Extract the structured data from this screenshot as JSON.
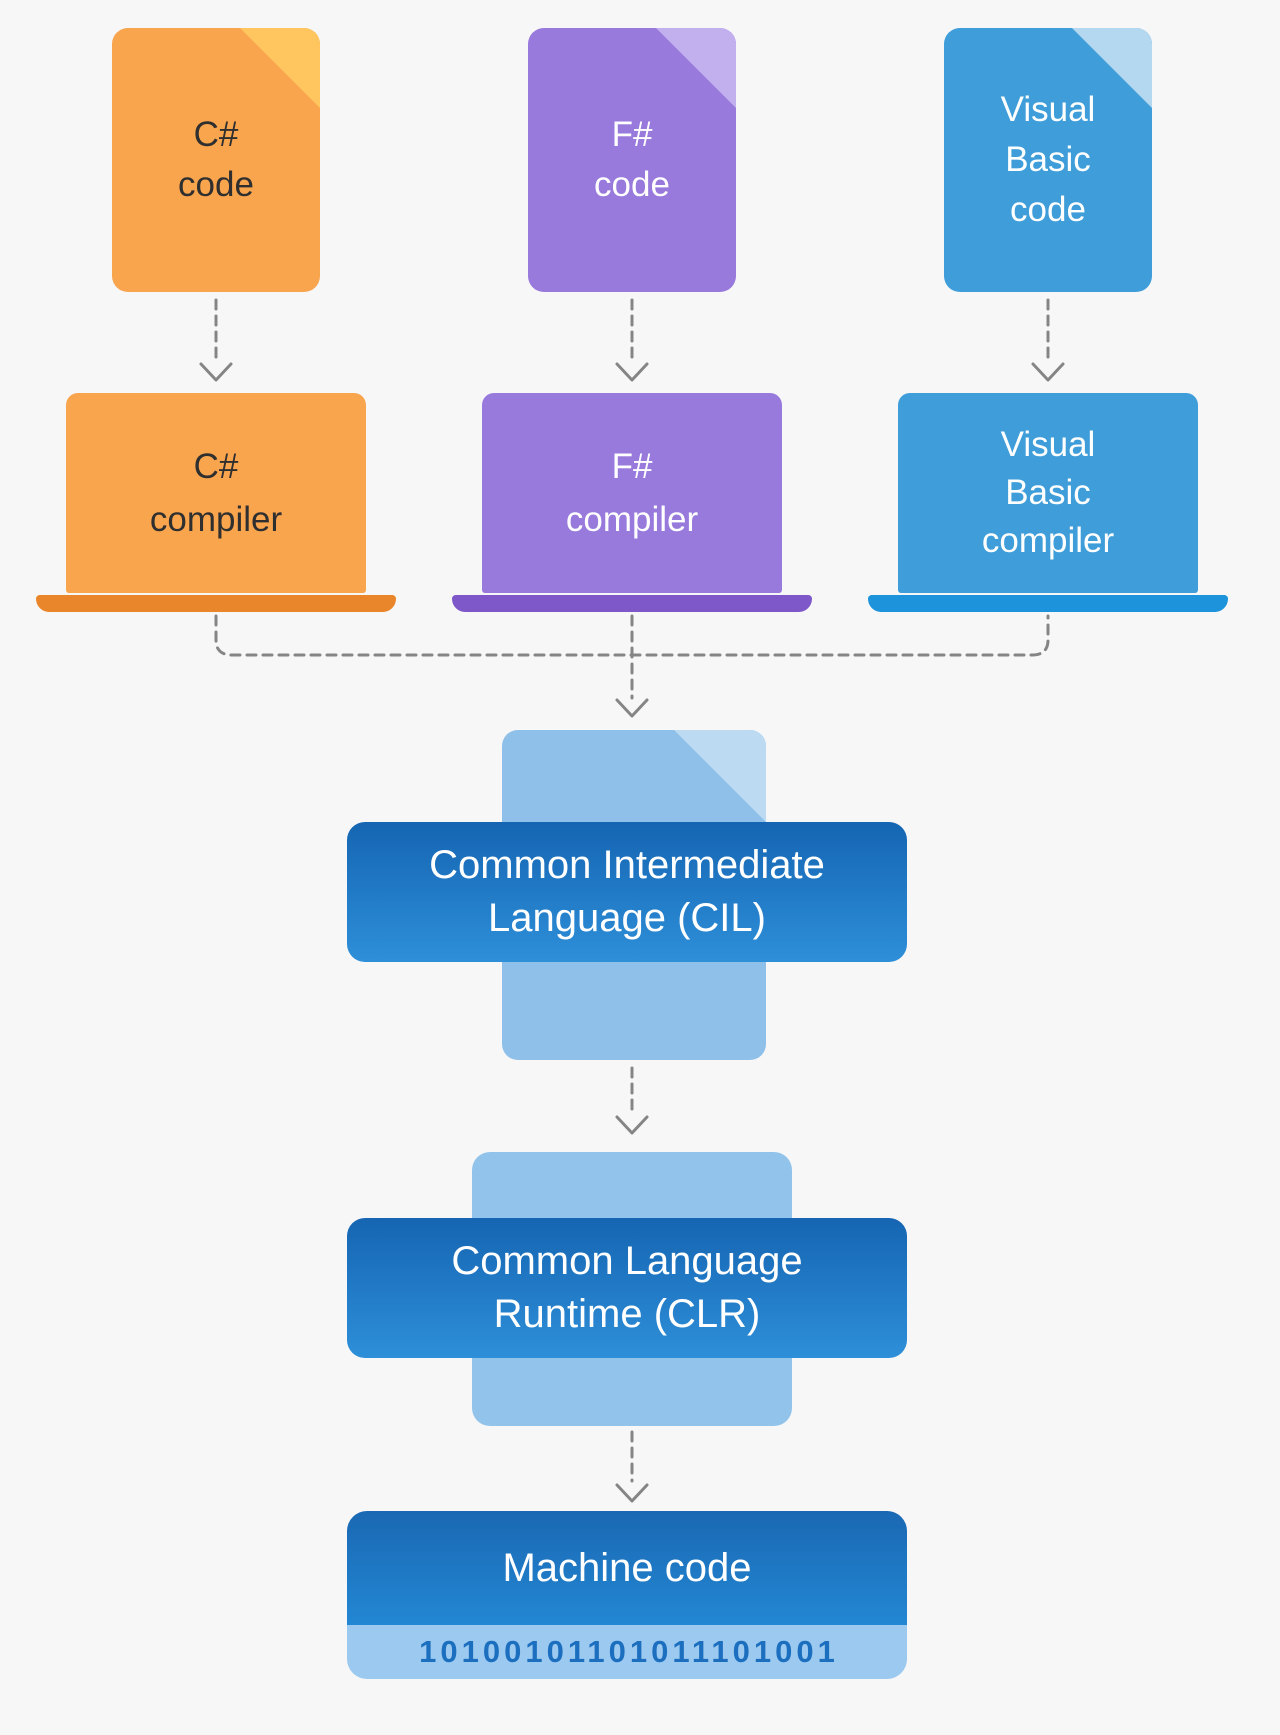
{
  "diagram": {
    "background": "#F7F7F8",
    "arrow_color": "#858585",
    "code_files": [
      {
        "name": "csharp-code",
        "lines": [
          "C#",
          "code"
        ],
        "body_color": "#F8A54E",
        "fold_color": "#FFC55F",
        "text_color": "#2F2F2F"
      },
      {
        "name": "fsharp-code",
        "lines": [
          "F#",
          "code"
        ],
        "body_color": "#9879DC",
        "fold_color": "#C2B0EE",
        "text_color": "#FFFFFF"
      },
      {
        "name": "visual-basic-code",
        "lines": [
          "Visual",
          "Basic",
          "code"
        ],
        "body_color": "#3F9ED9",
        "fold_color": "#B5D8F1",
        "text_color": "#FFFFFF"
      }
    ],
    "compilers": [
      {
        "name": "csharp-compiler",
        "lines": [
          "C#",
          "compiler"
        ],
        "screen_color": "#F8A54E",
        "base_color": "#E9862B",
        "text_color": "#2F2F2F"
      },
      {
        "name": "fsharp-compiler",
        "lines": [
          "F#",
          "compiler"
        ],
        "screen_color": "#9879DC",
        "base_color": "#7E57C9",
        "text_color": "#FFFFFF"
      },
      {
        "name": "visual-basic-compiler",
        "lines": [
          "Visual",
          "Basic",
          "compiler"
        ],
        "screen_color": "#3F9ED9",
        "base_color": "#1C93DA",
        "text_color": "#FFFFFF"
      }
    ],
    "cil": {
      "lines": [
        "Common Intermediate",
        "Language (CIL)"
      ],
      "doc_color": "#8FC0E9",
      "fold_color": "#BCDAF2",
      "banner_top_color": "#1565B2",
      "banner_bottom_color": "#2E8FD9"
    },
    "clr": {
      "lines": [
        "Common Language",
        "Runtime (CLR)"
      ],
      "block_color": "#92C3EB",
      "banner_top_color": "#1565B2",
      "banner_bottom_color": "#2E8FD9"
    },
    "machine_code": {
      "label": "Machine code",
      "binary": "10100101101011101001",
      "strip_color": "#9CC9EF",
      "binary_color": "#1C6FBF"
    },
    "edges": [
      {
        "from": "csharp-code",
        "to": "csharp-compiler"
      },
      {
        "from": "fsharp-code",
        "to": "fsharp-compiler"
      },
      {
        "from": "visual-basic-code",
        "to": "visual-basic-compiler"
      },
      {
        "from": "csharp-compiler",
        "to": "cil"
      },
      {
        "from": "fsharp-compiler",
        "to": "cil"
      },
      {
        "from": "visual-basic-compiler",
        "to": "cil"
      },
      {
        "from": "cil",
        "to": "clr"
      },
      {
        "from": "clr",
        "to": "machine-code"
      }
    ]
  }
}
